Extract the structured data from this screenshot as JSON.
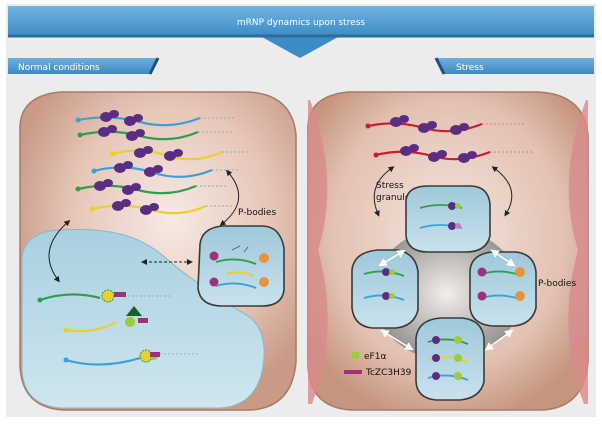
{
  "header": {
    "title": "mRNP dynamics upon stress"
  },
  "left_panel": {
    "tab_label": "Normal conditions",
    "pbodies_label": "P-bodies"
  },
  "right_panel": {
    "tab_label": "Stress",
    "stress_granules_label_line1": "Stress",
    "stress_granules_label_line2": "granules",
    "pbodies_label": "P-bodies"
  },
  "legend": {
    "efla_label": "eF1α",
    "tczc_label": "TcZC3H39"
  },
  "colors": {
    "header_blue": "#5aa6d6",
    "cell_fill": "#e2c2b4",
    "nucleus_fill": "#b7d9e6",
    "ribosome_purple": "#5a2d82",
    "rna_green": "#2e9e4b",
    "rna_yellow": "#e6d12e",
    "rna_blue": "#3aa0d8",
    "rna_red": "#c81e2a",
    "efla_green": "#9ccc3a",
    "tczc_magenta": "#a0307a"
  }
}
